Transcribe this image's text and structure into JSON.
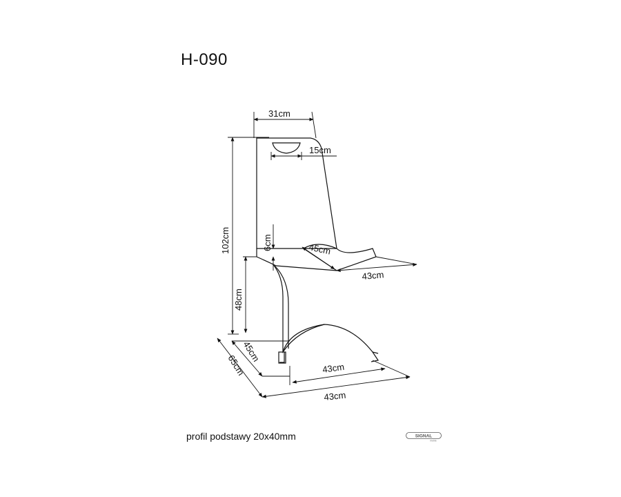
{
  "title": "H-090",
  "profile_note": "profil podstawy 20x40mm",
  "logo": {
    "name": "SIGNAL",
    "sub": "meble"
  },
  "dimensions": {
    "top_width": "31cm",
    "handle_width": "15cm",
    "total_height": "102cm",
    "armrest_gap": "6cm",
    "seat_depth": "45cm",
    "seat_width": "43cm",
    "seat_height": "48cm",
    "base_depth": "45cm",
    "base_inner_width": "43cm",
    "total_depth": "65cm",
    "base_width": "43cm"
  },
  "colors": {
    "line": "#111111",
    "background": "#ffffff"
  }
}
